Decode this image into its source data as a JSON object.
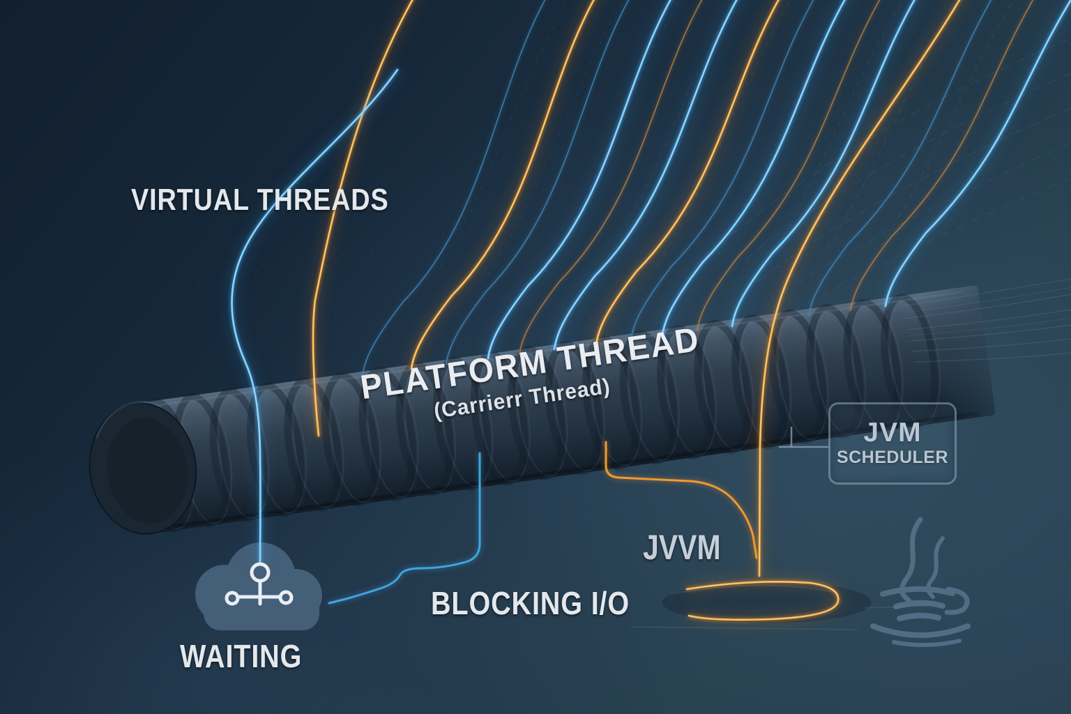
{
  "diagram": {
    "virtual_threads_label": "VIRTUAL THREADS",
    "platform_thread": {
      "title": "PLATFORM THREAD",
      "subtitle": "(Carrierr Thread)"
    },
    "scheduler_box": {
      "line1": "JVM",
      "line2": "SCHEDULER"
    },
    "jvm_label": "JVVM",
    "blocking_io_label": "BLOCKING I/O",
    "waiting_label": "WAITING"
  },
  "icons": {
    "cloud": "cloud-icon",
    "network_node": "network-node-icon",
    "java_cup": "java-coffee-cup-icon"
  },
  "colors": {
    "background_top": "#16283a",
    "background_bottom": "#2b4255",
    "thread_blue": "#4db8ff",
    "thread_orange": "#ff9a2e",
    "rod_dark": "#22303f",
    "text_light": "#e4e8ec",
    "box_border": "#98acc0"
  }
}
